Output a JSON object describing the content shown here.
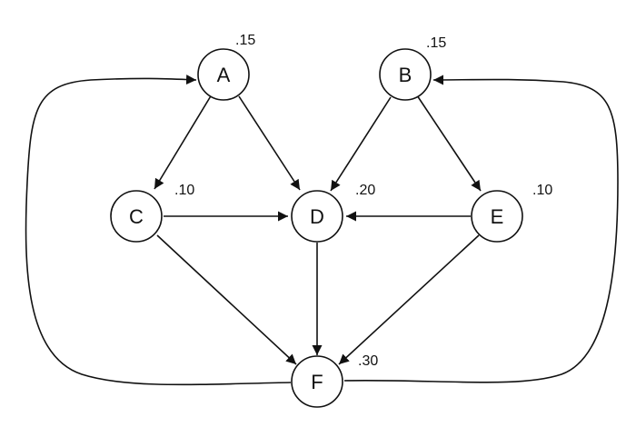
{
  "colors": {
    "stroke": "#111111",
    "background": "#ffffff"
  },
  "nodes": [
    {
      "id": "A",
      "label": "A",
      "weight": ".15"
    },
    {
      "id": "B",
      "label": "B",
      "weight": ".15"
    },
    {
      "id": "C",
      "label": "C",
      "weight": ".10"
    },
    {
      "id": "D",
      "label": "D",
      "weight": ".20"
    },
    {
      "id": "E",
      "label": "E",
      "weight": ".10"
    },
    {
      "id": "F",
      "label": "F",
      "weight": ".30"
    }
  ],
  "edges": [
    {
      "from": "A",
      "to": "C"
    },
    {
      "from": "A",
      "to": "D"
    },
    {
      "from": "B",
      "to": "D"
    },
    {
      "from": "B",
      "to": "E"
    },
    {
      "from": "C",
      "to": "D"
    },
    {
      "from": "E",
      "to": "D"
    },
    {
      "from": "C",
      "to": "F"
    },
    {
      "from": "D",
      "to": "F"
    },
    {
      "from": "E",
      "to": "F"
    },
    {
      "from": "F",
      "to": "A"
    },
    {
      "from": "F",
      "to": "B"
    }
  ]
}
